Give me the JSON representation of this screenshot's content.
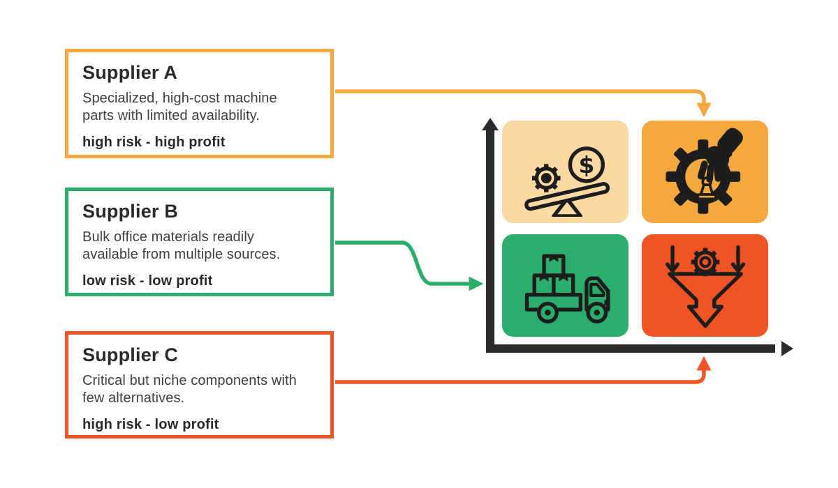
{
  "diagram": {
    "background": "#ffffff"
  },
  "palette": {
    "orange": "#F5A83E",
    "cream": "#FAD9A2",
    "green": "#2BAD6C",
    "red": "#F05426",
    "axis_dark": "#2B2B2B",
    "icon_black": "#1D1D1D"
  },
  "suppliers": [
    {
      "title": "Supplier A",
      "description": "Specialized, high-cost machine parts with limited availability.",
      "tag": "high risk - high profit",
      "color": "#F5A83E",
      "points_to_quadrant": "top-right"
    },
    {
      "title": "Supplier B",
      "description": "Bulk office materials readily available from multiple sources.",
      "tag": "low risk - low profit",
      "color": "#2BAD6C",
      "points_to_quadrant": "bottom-left"
    },
    {
      "title": "Supplier C",
      "description": "Critical but niche components with few alternatives.",
      "tag": "high risk - low profit",
      "color": "#F05426",
      "points_to_quadrant": "bottom-right"
    }
  ],
  "matrix": {
    "quadrants": [
      {
        "position": "top-left",
        "color": "#FAD9A2",
        "icon": "balance-gear-dollar-icon"
      },
      {
        "position": "top-right",
        "color": "#F5A83E",
        "icon": "hand-picking-pawn-gear-icon"
      },
      {
        "position": "bottom-left",
        "color": "#2BAD6C",
        "icon": "delivery-truck-boxes-icon"
      },
      {
        "position": "bottom-right",
        "color": "#F05426",
        "icon": "funnel-gear-icon"
      }
    ]
  }
}
